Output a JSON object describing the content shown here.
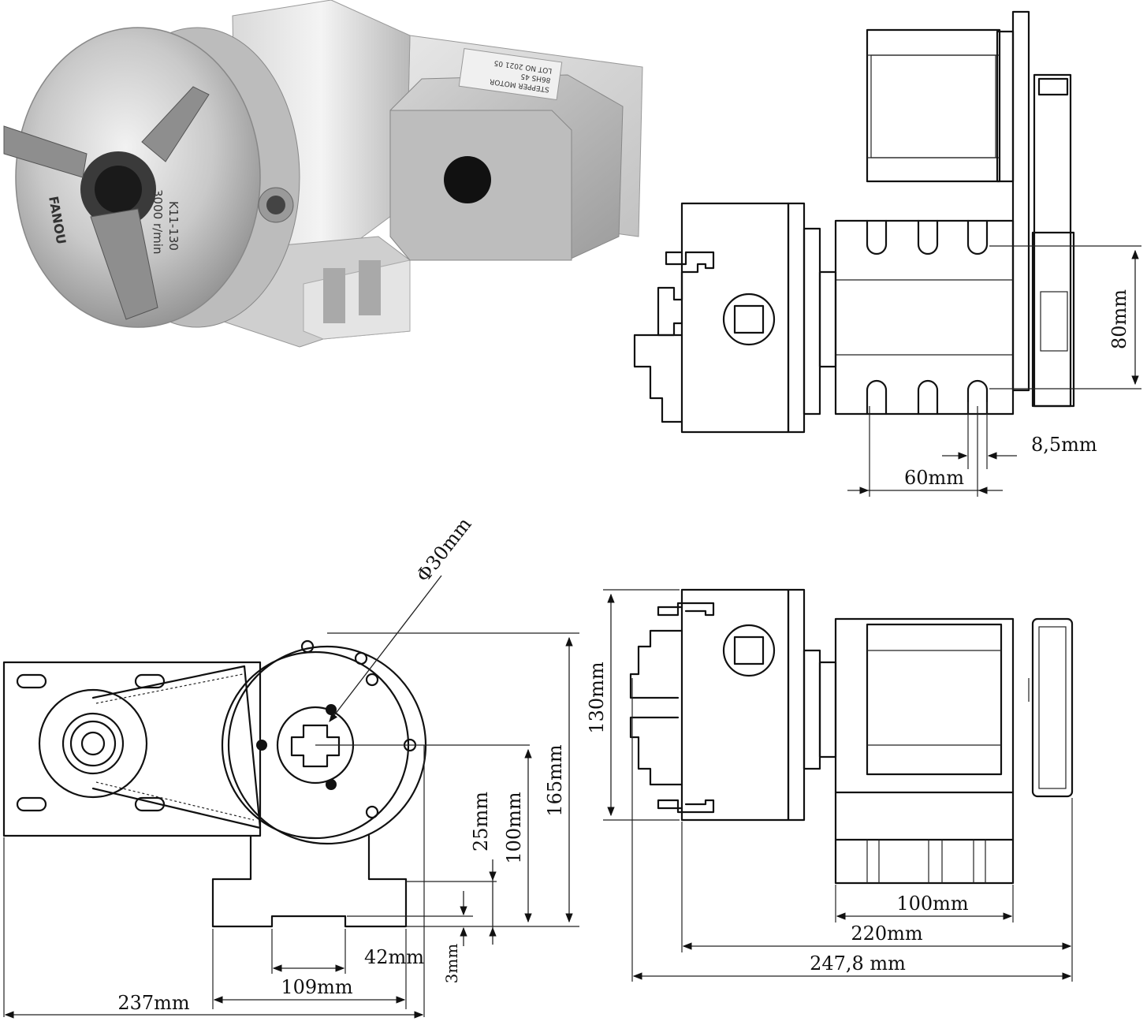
{
  "photo": {
    "chuck_text_1": "K11-130",
    "chuck_text_2": "3000 r/min",
    "brand": "FANOU",
    "motor_label_line1": "STEPPER MOTOR",
    "motor_label_line2": "86HS 45",
    "motor_label_line3": "LOT NO 2021 05"
  },
  "dimensions": {
    "top_right": {
      "height": "80mm",
      "slot_width": "8,5mm",
      "slot_pitch": "60mm"
    },
    "front": {
      "bore": "Φ30mm",
      "overall_width": "237mm",
      "base_width": "109mm",
      "slot_width": "42mm",
      "step": "3mm",
      "base_height": "25mm",
      "center_height": "100mm",
      "overall_height": "165mm"
    },
    "side": {
      "chuck_diameter": "130mm",
      "base_length": "100mm",
      "body_length": "220mm",
      "overall_length": "247,8 mm"
    }
  }
}
